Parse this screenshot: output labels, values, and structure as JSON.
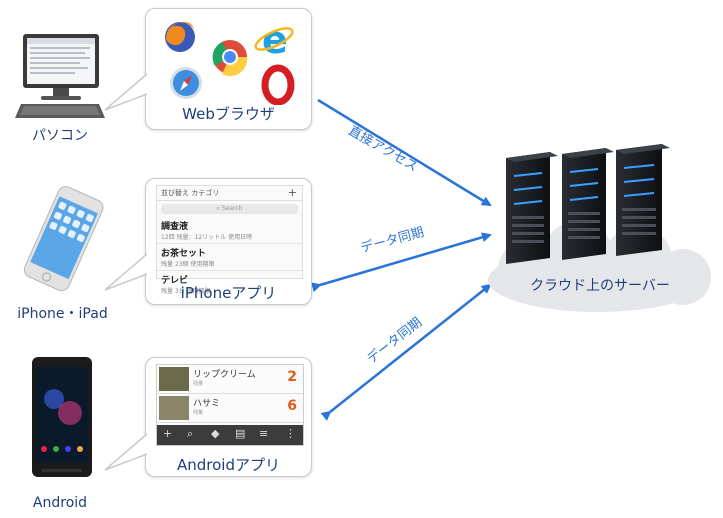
{
  "devices": {
    "pc": {
      "label": "パソコン"
    },
    "iphone": {
      "label": "iPhone・iPad"
    },
    "android": {
      "label": "Android"
    }
  },
  "bubbles": {
    "web": {
      "label": "Webブラウザ",
      "browser_icons": [
        "firefox-icon",
        "chrome-icon",
        "ie-icon",
        "safari-icon",
        "opera-icon"
      ]
    },
    "iphone_app": {
      "label": "iPhoneアプリ",
      "header_left": "並び替え カテゴリ",
      "header_right": "+",
      "search_placeholder": "Search",
      "rows": [
        {
          "title": "調査液",
          "sub": "12回 残量：12リットル 使用日時"
        },
        {
          "title": "お茶セット",
          "sub": "残量 23個 使用期限"
        },
        {
          "title": "テレビ",
          "sub": "残量 3台 使用期限"
        }
      ]
    },
    "android_app": {
      "label": "Androidアプリ",
      "rows": [
        {
          "name": "リップクリーム",
          "sub": "残量",
          "count": "2"
        },
        {
          "name": "ハサミ",
          "sub": "残量",
          "count": "6"
        }
      ]
    }
  },
  "arrows": {
    "direct": {
      "label": "直接アクセス"
    },
    "sync_iphone": {
      "label": "データ同期"
    },
    "sync_android": {
      "label": "データ同期"
    }
  },
  "cloud": {
    "label": "クラウド上のサーバー"
  },
  "colors": {
    "arrow": "#2a73d8",
    "label": "#1e3f7a",
    "cloud": "#e4e6ea"
  }
}
